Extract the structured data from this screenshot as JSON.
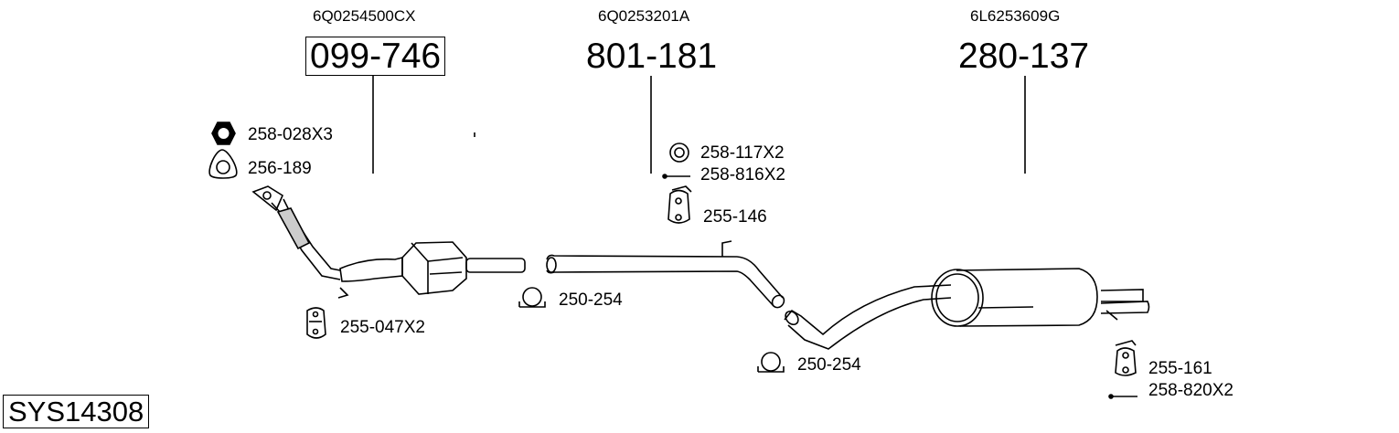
{
  "sections": [
    {
      "oe_number": "6Q0254500CX",
      "part_number": "099-746"
    },
    {
      "oe_number": "6Q0253201A",
      "part_number": "801-181"
    },
    {
      "oe_number": "6L6253609G",
      "part_number": "280-137"
    }
  ],
  "accessories": {
    "nut": "258-028X3",
    "gasket": "256-189",
    "hanger_front": "255-047X2",
    "clamp_front": "250-254",
    "ring": "258-117X2",
    "bolt_mid": "258-816X2",
    "hanger_mid": "255-146",
    "clamp_rear": "250-254",
    "hanger_rear": "255-161",
    "bolt_rear": "258-820X2"
  },
  "system_id": "SYS14308"
}
